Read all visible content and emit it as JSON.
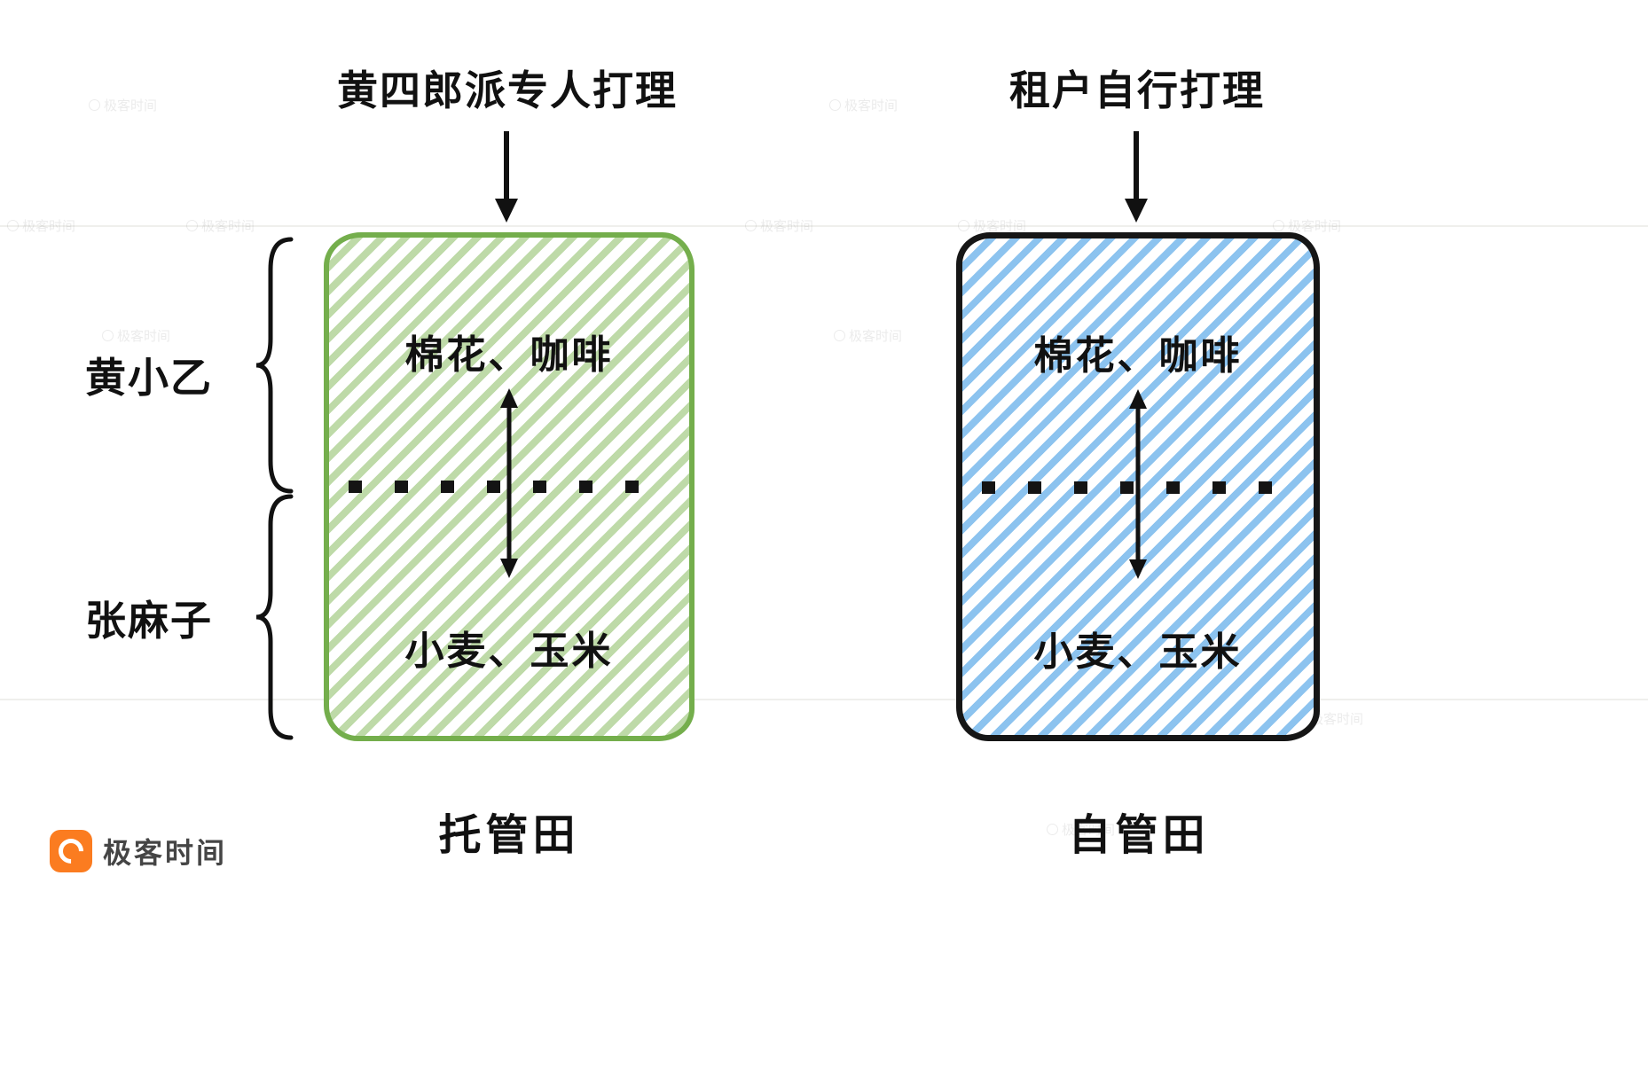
{
  "left_panel": {
    "manager_label": "黄四郎派专人打理",
    "crops_top": "棉花、咖啡",
    "crops_bottom": "小麦、玉米",
    "field_label": "托管田"
  },
  "right_panel": {
    "manager_label": "租户自行打理",
    "crops_top": "棉花、咖啡",
    "crops_bottom": "小麦、玉米",
    "field_label": "自管田"
  },
  "left_braces": {
    "top_label": "黄小乙",
    "bottom_label": "张麻子"
  },
  "logo": {
    "text": "极客时间"
  },
  "watermark": {
    "text": "极客时间"
  },
  "colors": {
    "left_field_border": "#74ae4c",
    "left_field_hatch": "#bedaa8",
    "right_field_border": "#161616",
    "right_field_hatch": "#8cc3ef",
    "arrow": "#111111",
    "logo_orange": "#fb7c20"
  }
}
